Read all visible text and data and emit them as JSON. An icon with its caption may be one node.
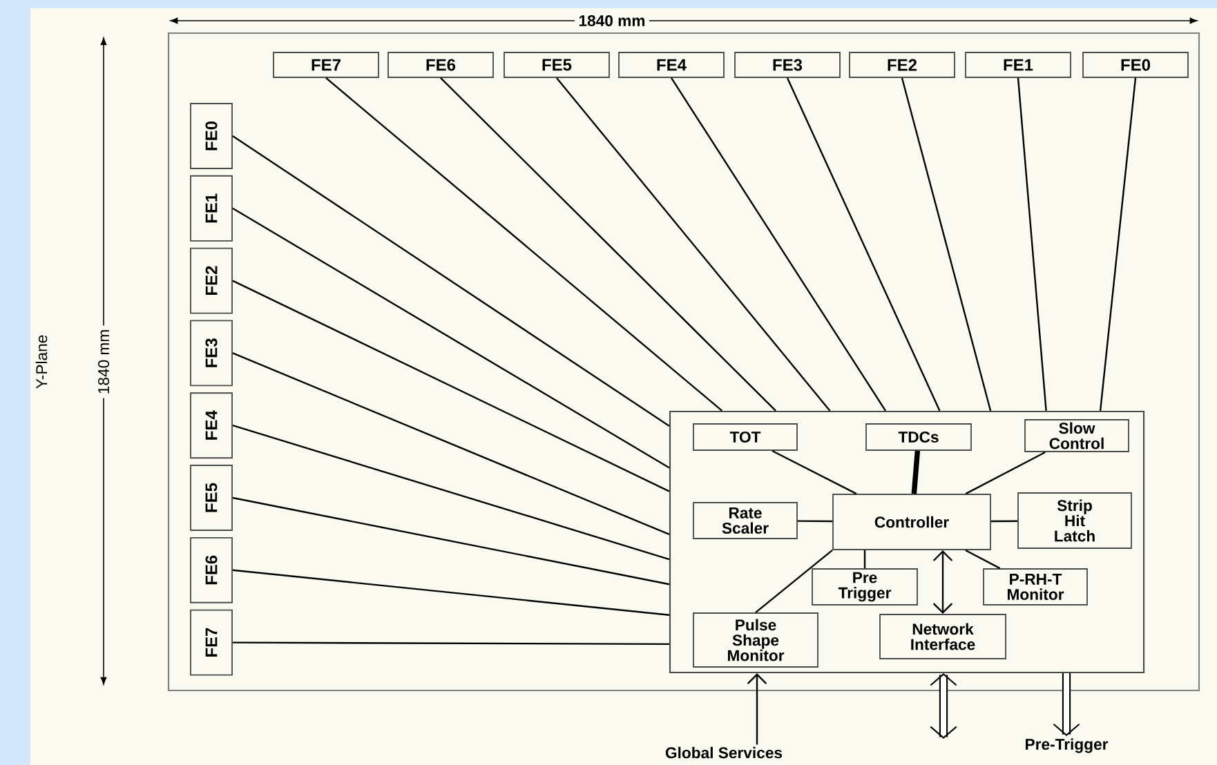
{
  "diagram": {
    "nodes": [
      {
        "text": [
          "FE7"
        ]
      },
      {
        "text": [
          "FE6"
        ]
      },
      {
        "text": [
          "FE5"
        ]
      },
      {
        "text": [
          "FE4"
        ]
      },
      {
        "text": [
          "FE3"
        ]
      },
      {
        "text": [
          "FE2"
        ]
      },
      {
        "text": [
          "FE1"
        ]
      },
      {
        "text": [
          "FE0"
        ]
      },
      {
        "text": [
          "FE0"
        ]
      },
      {
        "text": [
          "FE1"
        ]
      },
      {
        "text": [
          "FE2"
        ]
      },
      {
        "text": [
          "FE3"
        ]
      },
      {
        "text": [
          "FE4"
        ]
      },
      {
        "text": [
          "FE5"
        ]
      },
      {
        "text": [
          "FE6"
        ]
      },
      {
        "text": [
          "FE7"
        ]
      },
      {
        "text": [],
        "shape": "box"
      },
      {
        "text": [
          "TOT"
        ],
        "in": 16
      },
      {
        "text": [
          "TDCs"
        ],
        "in": 16
      },
      {
        "text": [
          "Slow Control"
        ],
        "in": 16
      },
      {
        "text": [
          "Rate Scaler"
        ],
        "in": 16
      },
      {
        "text": [
          "Controller"
        ],
        "in": 16
      },
      {
        "text": [
          "Strip Hit Latch"
        ],
        "in": 16
      },
      {
        "text": [
          "Pre Trigger"
        ],
        "in": 16
      },
      {
        "text": [
          "P-RH-T Monitor"
        ],
        "in": 16
      },
      {
        "text": [
          "Pulse Shape Monitor"
        ],
        "in": 16
      },
      {
        "text": [
          "Network Interface"
        ],
        "in": 16
      },
      {
        "text": [
          "Global Services"
        ]
      },
      {
        "text": [
          "Pre-Trigger"
        ]
      }
    ],
    "edges": [
      {
        "from": 0,
        "to": 16,
        "arrow": "none"
      },
      {
        "from": 1,
        "to": 16,
        "arrow": "none"
      },
      {
        "from": 2,
        "to": 16,
        "arrow": "none"
      },
      {
        "from": 3,
        "to": 16,
        "arrow": "none"
      },
      {
        "from": 4,
        "to": 16,
        "arrow": "none"
      },
      {
        "from": 5,
        "to": 16,
        "arrow": "none"
      },
      {
        "from": 6,
        "to": 16,
        "arrow": "none"
      },
      {
        "from": 7,
        "to": 16,
        "arrow": "none"
      },
      {
        "from": 8,
        "to": 16,
        "arrow": "none"
      },
      {
        "from": 9,
        "to": 16,
        "arrow": "none"
      },
      {
        "from": 10,
        "to": 16,
        "arrow": "none"
      },
      {
        "from": 11,
        "to": 16,
        "arrow": "none"
      },
      {
        "from": 12,
        "to": 16,
        "arrow": "none"
      },
      {
        "from": 13,
        "to": 16,
        "arrow": "none"
      },
      {
        "from": 14,
        "to": 16,
        "arrow": "none"
      },
      {
        "from": 15,
        "to": 16,
        "arrow": "none"
      },
      {
        "from": 17,
        "to": 21,
        "arrow": "none"
      },
      {
        "from": 18,
        "to": 21,
        "arrow": "none",
        "style": "thick"
      },
      {
        "from": 19,
        "to": 21,
        "arrow": "none"
      },
      {
        "from": 20,
        "to": 21,
        "arrow": "none"
      },
      {
        "from": 21,
        "to": 22,
        "arrow": "none"
      },
      {
        "from": 21,
        "to": 23,
        "arrow": "none"
      },
      {
        "from": 21,
        "to": 24,
        "arrow": "none"
      },
      {
        "from": 21,
        "to": 25,
        "arrow": "none"
      },
      {
        "from": 21,
        "to": 26,
        "arrow": "both"
      },
      {
        "from": 27,
        "to": 16,
        "arrow": "to"
      },
      {
        "from": null,
        "to": 16,
        "arrow": "both",
        "style": "thick"
      },
      {
        "from": 16,
        "to": 28,
        "arrow": "to",
        "style": "thick"
      }
    ],
    "labels": [
      "1840 mm",
      "Y-Plane",
      "1840 mm"
    ]
  }
}
